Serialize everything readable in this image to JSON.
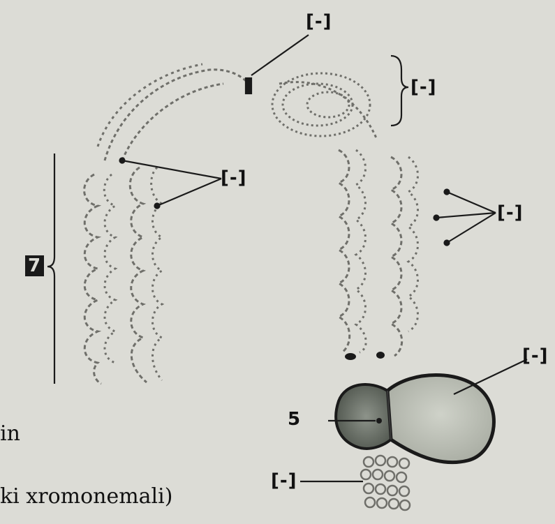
{
  "labels": {
    "top": "[-]",
    "centromere_bracket": "[-]",
    "left_arrows": "[-]",
    "right_arrows": "[-]",
    "side_bracket": "7",
    "right_body": "[-]",
    "left_body": "5",
    "bottom": "[-]"
  },
  "caption": {
    "line1": "in",
    "line2": "ki xromonemali)"
  },
  "colors": {
    "background": "#dcdcd6",
    "ink": "#1a1a1a",
    "coil": "#6f6f6a",
    "body_dark": "#6e746c",
    "body_light": "#b9bdb4"
  }
}
